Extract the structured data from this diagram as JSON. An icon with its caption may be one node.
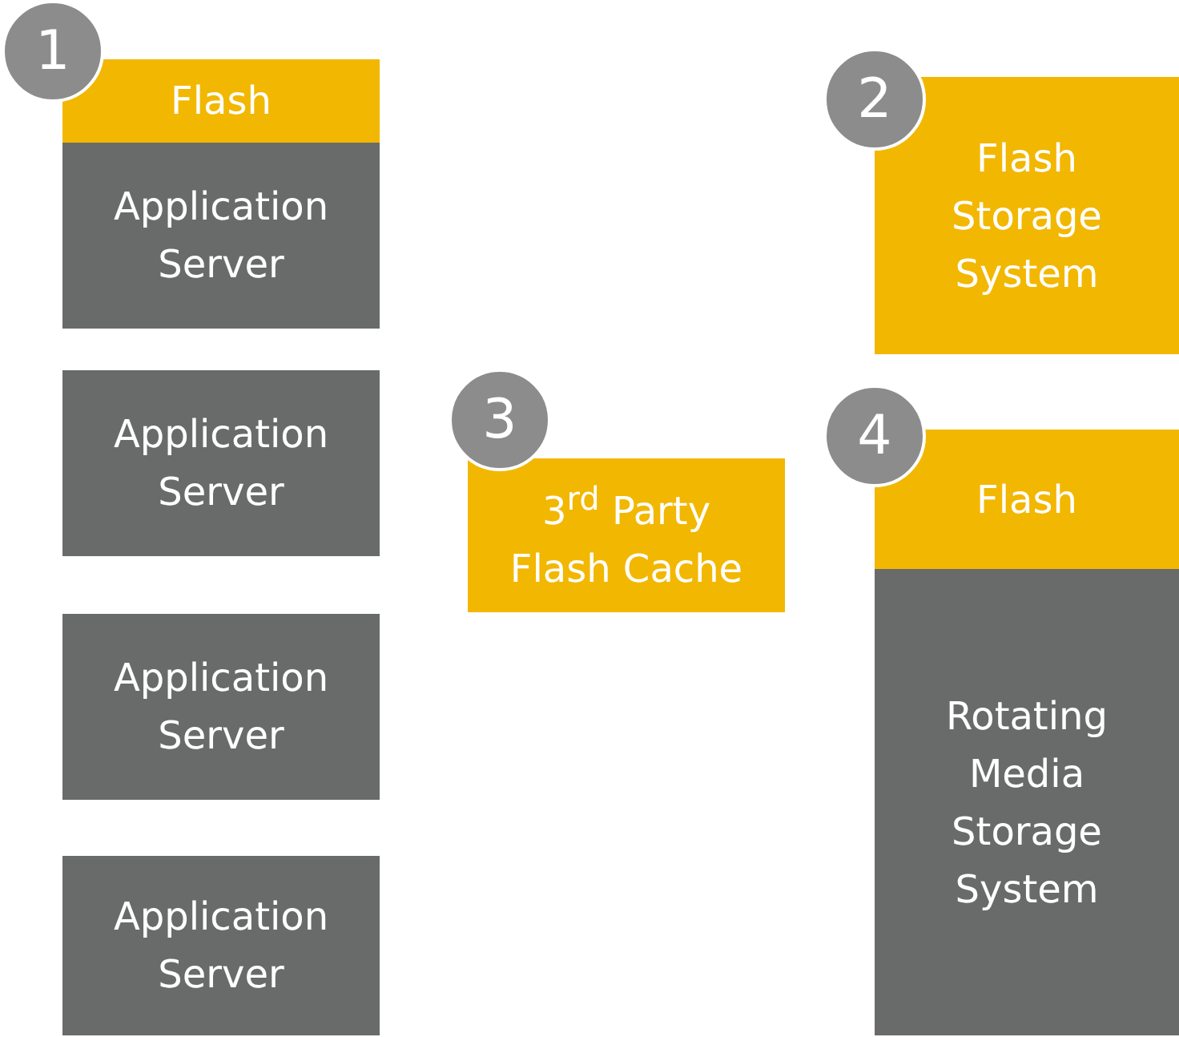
{
  "diagram": {
    "nodes": [
      {
        "text": [
          "1"
        ]
      },
      {
        "text": [
          "Flash"
        ]
      },
      {
        "text": [
          "Application Server"
        ]
      },
      {
        "text": [
          "2"
        ]
      },
      {
        "text": [
          "Flash Storage System"
        ]
      },
      {
        "text": [
          "Application Server"
        ]
      },
      {
        "text": [
          "3"
        ]
      },
      {
        "text": [
          "3$^{rd}$ Party Flash Cache"
        ]
      },
      {
        "text": [
          "4"
        ]
      },
      {
        "text": [
          "Flash"
        ]
      },
      {
        "text": [
          "Rotating Media Storage System"
        ]
      },
      {
        "text": [
          "Application Server"
        ]
      },
      {
        "text": [
          "Application Server"
        ]
      }
    ]
  }
}
